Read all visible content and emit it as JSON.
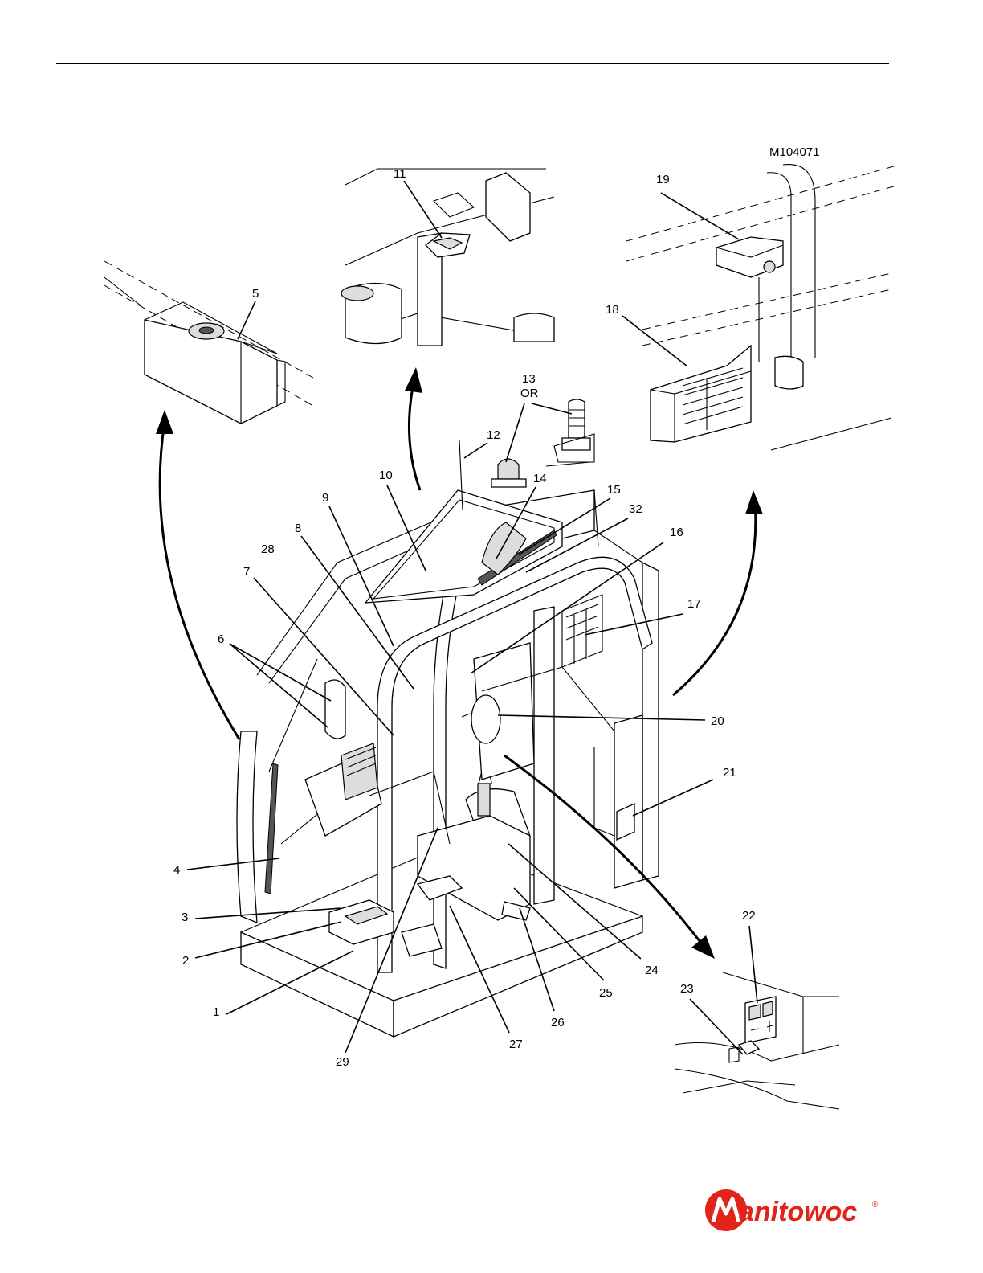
{
  "figure_id": "M104071",
  "callouts": {
    "c1": "1",
    "c2": "2",
    "c3": "3",
    "c4": "4",
    "c5": "5",
    "c6": "6",
    "c7": "7",
    "c8": "8",
    "c9": "9",
    "c10": "10",
    "c11": "11",
    "c12": "12",
    "c13": "13",
    "c13or": "OR",
    "c14": "14",
    "c15": "15",
    "c16": "16",
    "c17": "17",
    "c18": "18",
    "c19": "19",
    "c20": "20",
    "c21": "21",
    "c22": "22",
    "c23": "23",
    "c24": "24",
    "c25": "25",
    "c26": "26",
    "c27": "27",
    "c28": "28",
    "c29": "29",
    "c32": "32"
  },
  "logo": {
    "text": "Manitowoc",
    "registered": "®",
    "brand_color": "#e2231a"
  }
}
